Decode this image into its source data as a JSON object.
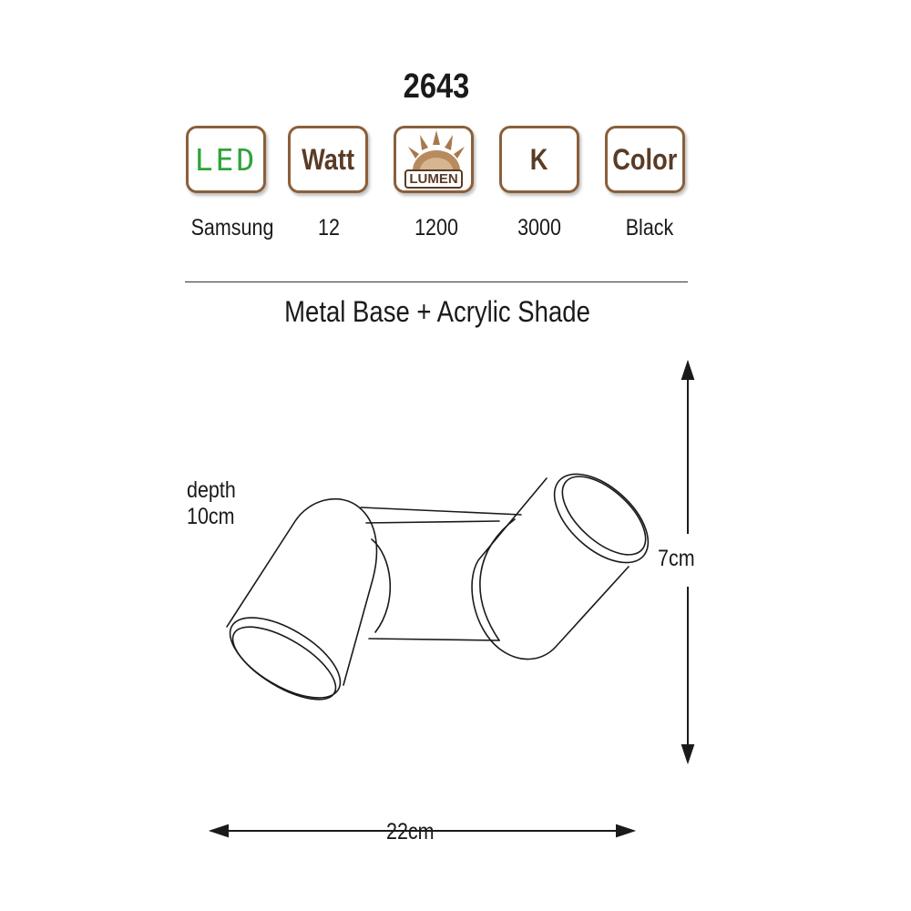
{
  "model_number": "2643",
  "spec_headers": {
    "led": "LED",
    "watt": "Watt",
    "lumen": "LUMEN",
    "kelvin": "K",
    "color": "Color"
  },
  "spec_values": {
    "led": "Samsung",
    "watt": "12",
    "lumen": "1200",
    "kelvin": "3000",
    "color": "Black"
  },
  "material": "Metal Base + Acrylic Shade",
  "dimensions": {
    "depth_label": "depth",
    "depth_value": "10cm",
    "height": "7cm",
    "width": "22cm"
  },
  "colors": {
    "box_border": "#8a5f3a",
    "box_text": "#5a3b25",
    "led_green": "#2fa339",
    "lumen_sun": "#a8794f"
  },
  "icons": [
    "led-icon",
    "watt-icon",
    "lumen-sun-icon",
    "kelvin-icon",
    "color-icon"
  ]
}
